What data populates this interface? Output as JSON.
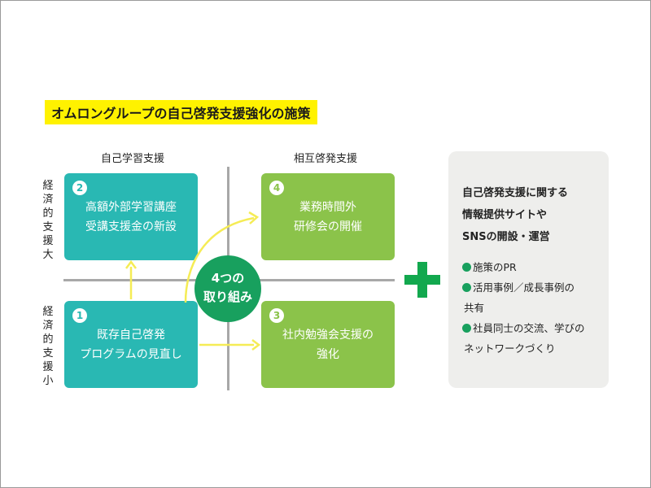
{
  "title": "オムロングループの自己啓発支援強化の施策",
  "columns": [
    "自己学習支援",
    "相互啓発支援"
  ],
  "rows": [
    "経済的支援大",
    "経済的支援小"
  ],
  "boxes": [
    {
      "num": "1",
      "lines": [
        "既存自己啓発",
        "プログラムの見直し"
      ],
      "color": "#29b8b3"
    },
    {
      "num": "2",
      "lines": [
        "高額外部学習講座",
        "受講支援金の新設"
      ],
      "color": "#29b8b3"
    },
    {
      "num": "3",
      "lines": [
        "社内勉強会支援の",
        "強化"
      ],
      "color": "#8bc34a"
    },
    {
      "num": "4",
      "lines": [
        "業務時間外",
        "研修会の開催"
      ],
      "color": "#8bc34a"
    }
  ],
  "center": [
    "4つの",
    "取り組み"
  ],
  "panel": {
    "heading": [
      "自己啓発支援に関する",
      "情報提供サイトや",
      "SNSの開設・運営"
    ],
    "bullets": [
      {
        "lines": [
          "施策のPR"
        ]
      },
      {
        "lines": [
          "活用事例／成長事例の",
          "共有"
        ]
      },
      {
        "lines": [
          "社員同士の交流、学びの",
          "ネットワークづくり"
        ]
      }
    ]
  },
  "colors": {
    "title_bg": "#fff200",
    "teal": "#29b8b3",
    "light_green": "#8bc34a",
    "dark_green": "#18a05e",
    "plus": "#12a84e",
    "arrow": "#f5ec55",
    "panel_bg": "#eeeeec"
  }
}
